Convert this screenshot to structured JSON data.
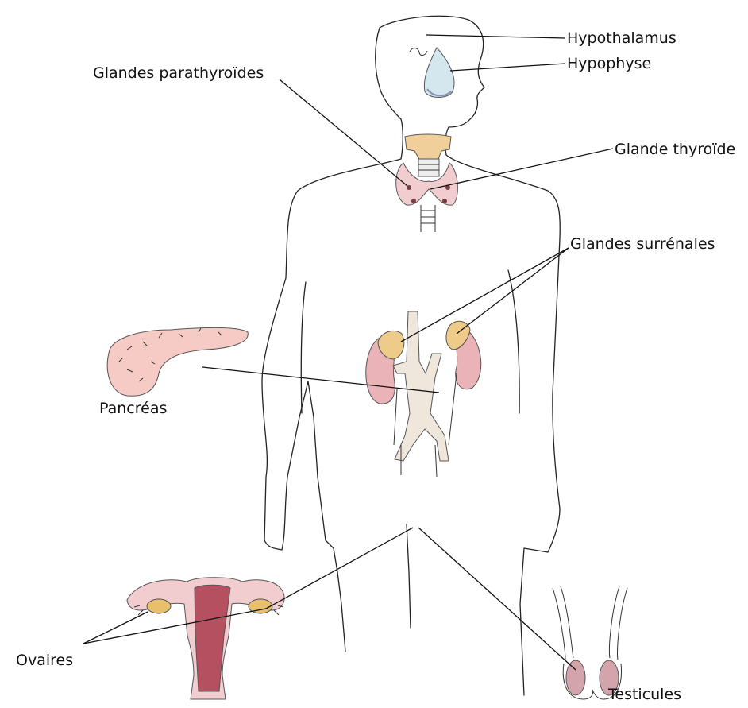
{
  "labels": {
    "hypothalamus": "Hypothalamus",
    "hypophyse": "Hypophyse",
    "parathyroides": "Glandes parathyroïdes",
    "thyroide": "Glande thyroïde",
    "surrenales": "Glandes surrénales",
    "pancreas": "Pancréas",
    "ovaires": "Ovaires",
    "testicules": "Testicules"
  },
  "colors": {
    "outline": "#222222",
    "pituitary": "#d4e6ee",
    "cartilage": "#f1cf9a",
    "thyroid": "#f2cdd0",
    "kidney": "#eab3b8",
    "adrenal": "#efcb8a",
    "pancreas": "#f6cbc6",
    "vessel": "#efe6dc",
    "uterus": "#e6a3a8",
    "uterus_inner": "#b55061",
    "ovary": "#e8c06a",
    "testis": "#d4a4ad"
  }
}
